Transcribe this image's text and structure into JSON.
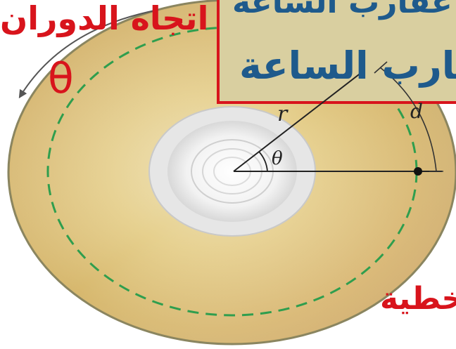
{
  "diagram": {
    "labels": {
      "radius": "r",
      "angle": "θ",
      "arc_length": "d"
    },
    "handwriting": {
      "direction_text": "اتجاه الدوران",
      "theta_symbol": "θ",
      "box_line_top": "عكس عقارب الساعة",
      "box_line_bottom": "عقارب الساعة",
      "corner_note": "خطية"
    },
    "colors": {
      "disc_gold": "#d9c47e",
      "disc_edge": "#8a8560",
      "path_green": "#2f9e4e",
      "ink_red": "#d8141c",
      "ink_blue": "#1e5a8c",
      "box_fill": "#d9cfa0",
      "hub_white": "#f4f4f4",
      "line_black": "#222222"
    }
  }
}
